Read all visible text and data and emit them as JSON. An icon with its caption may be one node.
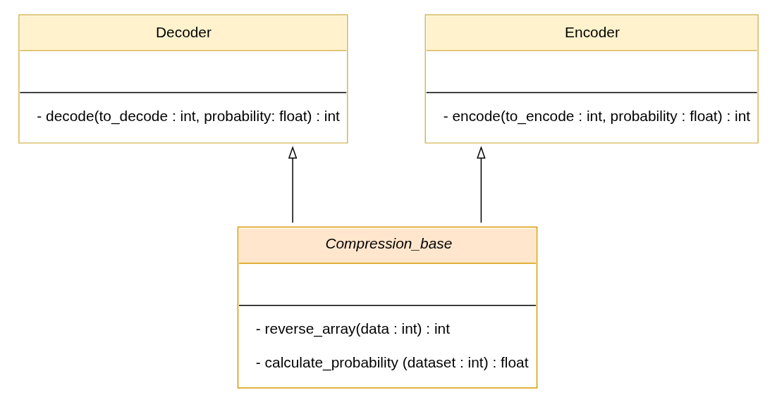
{
  "diagram": {
    "nodes": [
      {
        "text": [
          "Decoder",
          "- decode(to_decode : int, probability: float) : int"
        ]
      },
      {
        "text": [
          "Encoder",
          "- encode(to_encode : int, probability : float) : int"
        ]
      },
      {
        "text": [
          "Compression_base",
          "- reverse_array(data : int) : int",
          "- calculate_probability (dataset : int) : float"
        ]
      }
    ],
    "edges": [
      {
        "from": 2,
        "to": 0,
        "arrow": "to"
      },
      {
        "from": 2,
        "to": 1,
        "arrow": "to"
      }
    ]
  }
}
